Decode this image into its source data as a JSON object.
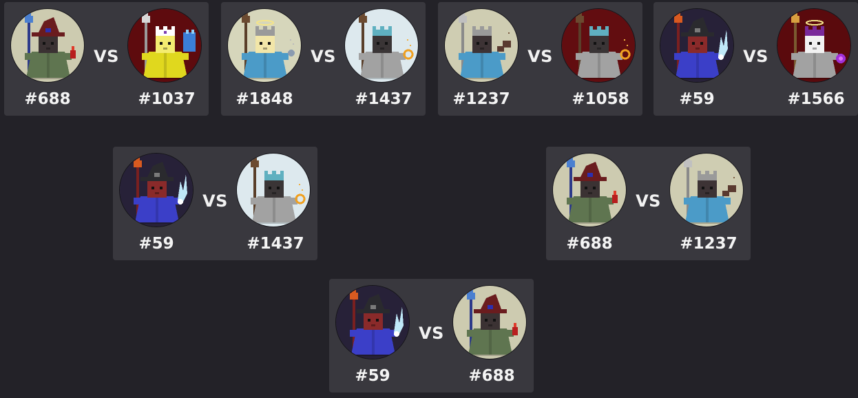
{
  "vs_label": "VS",
  "bracket": {
    "round_1": [
      {
        "left": {
          "id": "#688",
          "wizard": "red-hat-green-robe-wizard",
          "bg": "#cdcbb0"
        },
        "right": {
          "id": "#1037",
          "wizard": "yellow-robe-crown-wizard",
          "bg": "#5e0b0e"
        }
      },
      {
        "left": {
          "id": "#1848",
          "wizard": "blue-robe-halo-wizard",
          "bg": "#d6d6bb"
        },
        "right": {
          "id": "#1437",
          "wizard": "grey-robe-crown-wizard",
          "bg": "#dde9ee"
        }
      },
      {
        "left": {
          "id": "#1237",
          "wizard": "blue-robe-crown-wizard",
          "bg": "#cfcdb2"
        },
        "right": {
          "id": "#1058",
          "wizard": "grey-robe-crown-wizard",
          "bg": "#620d10"
        }
      },
      {
        "left": {
          "id": "#59",
          "wizard": "blue-robe-black-hat-wizard",
          "bg": "#272138"
        },
        "right": {
          "id": "#1566",
          "wizard": "grey-robe-halo-wizard",
          "bg": "#5a0a0d"
        }
      }
    ],
    "round_2": [
      {
        "left": {
          "id": "#59",
          "wizard": "blue-robe-black-hat-wizard",
          "bg": "#272138"
        },
        "right": {
          "id": "#1437",
          "wizard": "grey-robe-crown-wizard",
          "bg": "#dde9ee"
        }
      },
      {
        "left": {
          "id": "#688",
          "wizard": "red-hat-green-robe-wizard",
          "bg": "#cdcbb0"
        },
        "right": {
          "id": "#1237",
          "wizard": "blue-robe-crown-wizard",
          "bg": "#cfcdb2"
        }
      }
    ],
    "final": [
      {
        "left": {
          "id": "#59",
          "wizard": "blue-robe-black-hat-wizard",
          "bg": "#272138"
        },
        "right": {
          "id": "#688",
          "wizard": "red-hat-green-robe-wizard",
          "bg": "#cdcbb0"
        }
      }
    ]
  }
}
